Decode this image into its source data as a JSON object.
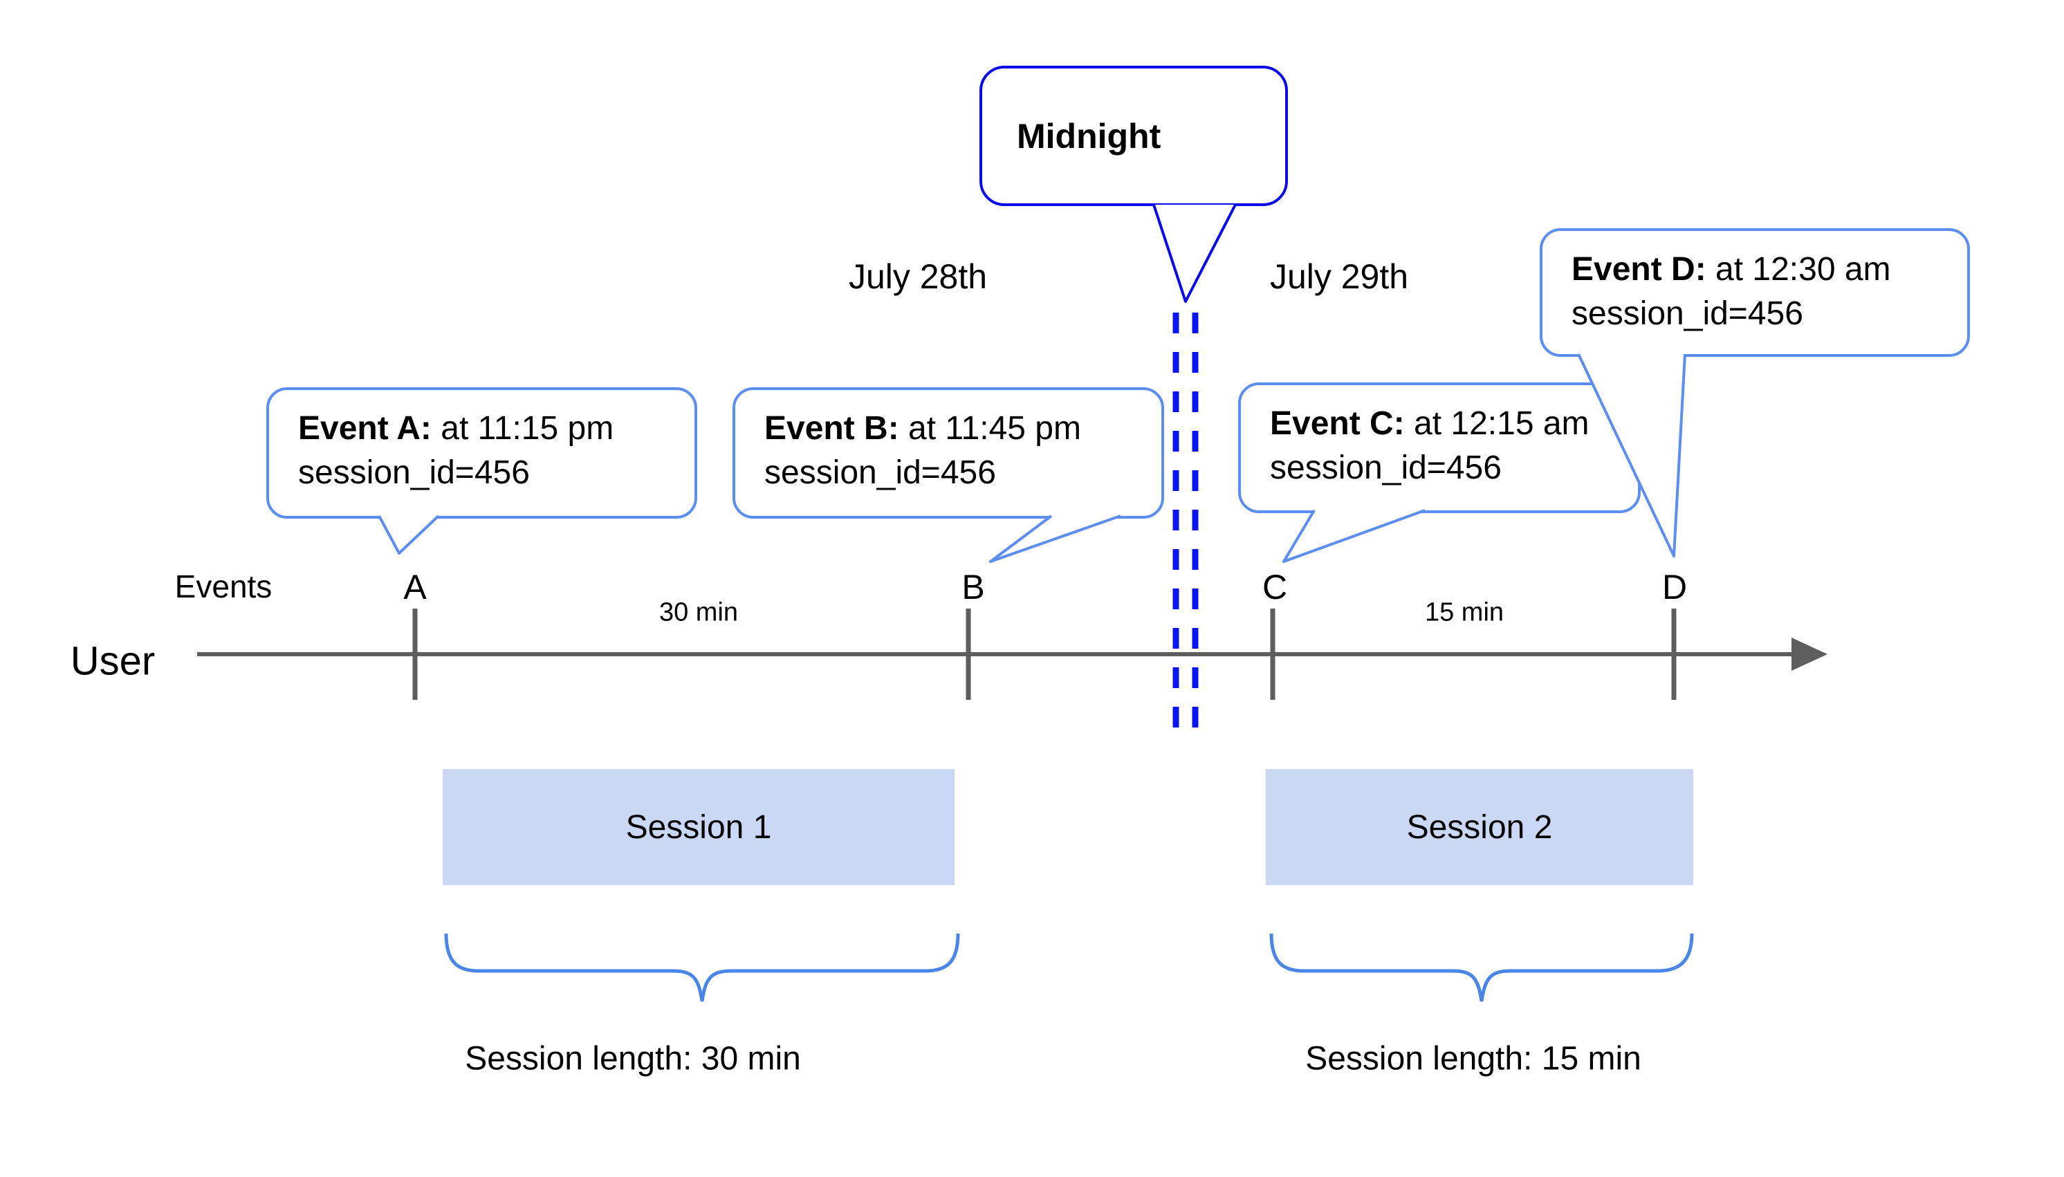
{
  "diagram": {
    "dates": {
      "left": "July 28th",
      "right": "July 29th"
    },
    "midnight": {
      "label": "Midnight"
    },
    "axis": {
      "events_label": "Events",
      "user_label": "User"
    },
    "intervals": {
      "ab": "30 min",
      "cd": "15 min"
    },
    "events": [
      {
        "letter": "A",
        "callout_bold": "Event A:",
        "callout_rest": " at 11:15 pm",
        "callout_line2": "session_id=456"
      },
      {
        "letter": "B",
        "callout_bold": "Event B:",
        "callout_rest": " at 11:45 pm",
        "callout_line2": "session_id=456"
      },
      {
        "letter": "C",
        "callout_bold": "Event C:",
        "callout_rest": " at 12:15 am",
        "callout_line2": "session_id=456"
      },
      {
        "letter": "D",
        "callout_bold": "Event D:",
        "callout_rest": " at 12:30 am",
        "callout_line2": "session_id=456"
      }
    ],
    "sessions": [
      {
        "name": "Session 1",
        "length_label": "Session length: 30 min"
      },
      {
        "name": "Session 2",
        "length_label": "Session length: 15 min"
      }
    ]
  },
  "colors": {
    "accent-blue": "#5b8ef0",
    "deep-blue": "#0b0be8",
    "dash-blue": "#0a16f0",
    "brace-blue": "#4a86e8",
    "session-fill": "#cbd8f5",
    "line-gray": "#5e5e5e",
    "text-black": "#000000"
  }
}
